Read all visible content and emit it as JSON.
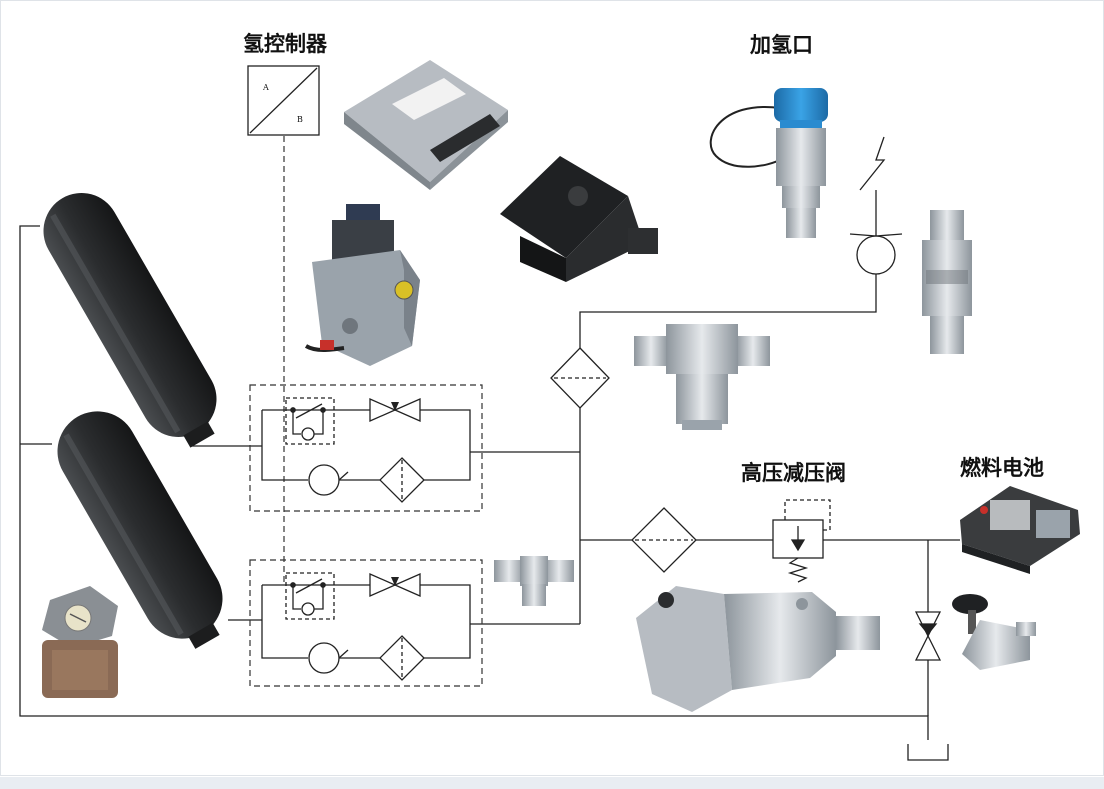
{
  "labels": {
    "controller": "氢控制器",
    "refuel_port": "加氢口",
    "pressure_reducer": "高压减压阀",
    "fuel_cell": "燃料电池"
  },
  "controller_symbol": {
    "port_a": "A",
    "port_b": "B"
  },
  "colors": {
    "line": "#222222",
    "tank": "#2b2d2f",
    "metal": "#c7ccd1",
    "metal_dark": "#8d959c",
    "housing": "#9aa3ab",
    "blue_cap": "#2a8bd0",
    "black_part": "#1f2123",
    "frame": "#dfe3e8",
    "footer": "#e9edf2"
  }
}
